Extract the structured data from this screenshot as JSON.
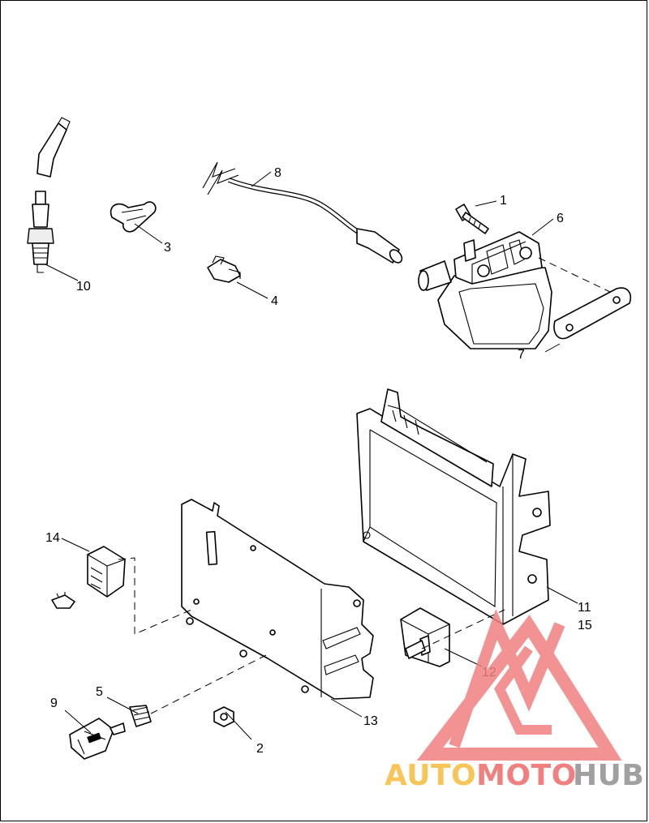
{
  "callouts": {
    "c1": "1",
    "c2": "2",
    "c3": "3",
    "c4": "4",
    "c5": "5",
    "c6": "6",
    "c7": "7",
    "c8": "8",
    "c9": "9",
    "c10": "10",
    "c11": "11",
    "c12": "12",
    "c13": "13",
    "c14": "14",
    "c15": "15"
  },
  "watermark": {
    "brand_part1": "AUTOMOTO",
    "brand_part2": "HUB",
    "color_primary": "#f08080",
    "color_accent": "#f7c65a",
    "color_dark": "#a0a0a0"
  },
  "colors": {
    "line": "#000000",
    "background": "#ffffff"
  }
}
